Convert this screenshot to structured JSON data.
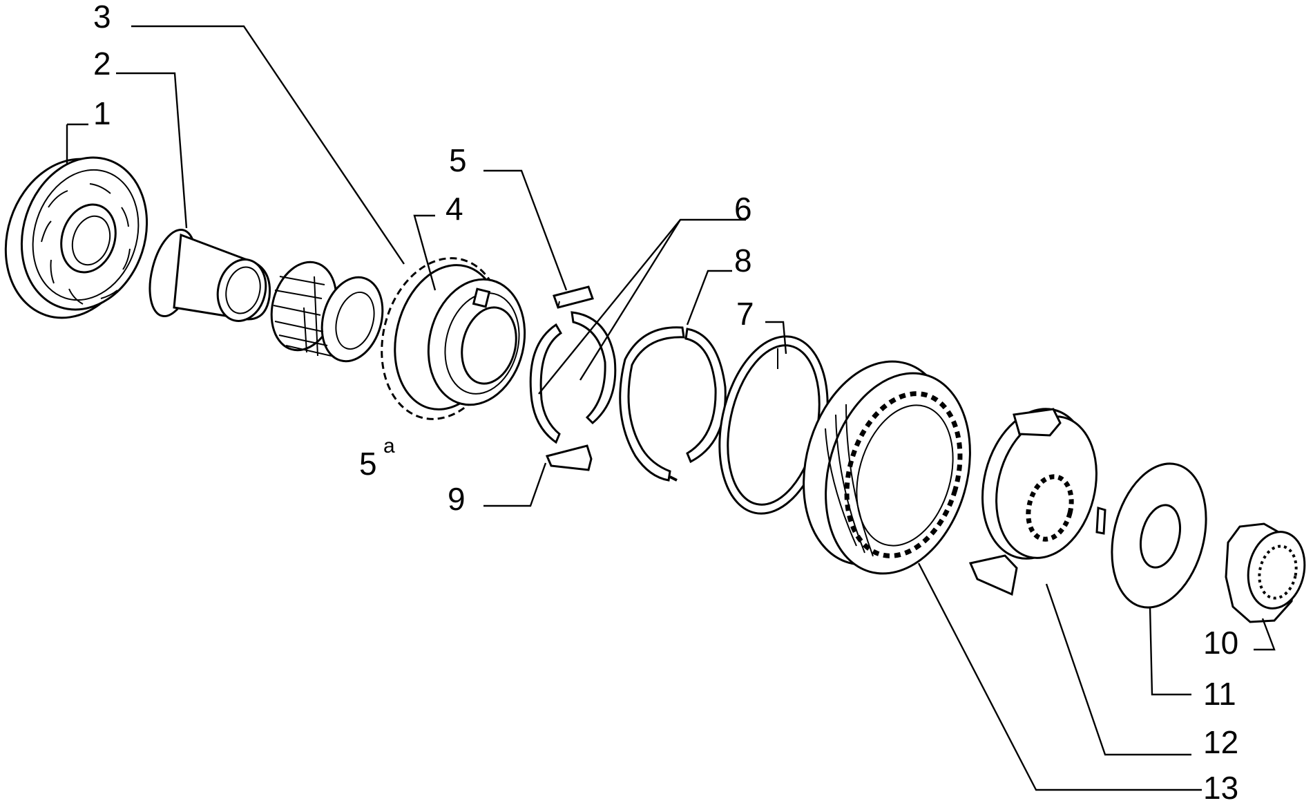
{
  "labels": {
    "l1": "1",
    "l2": "2",
    "l3": "3",
    "l4": "4",
    "l5": "5",
    "l6": "6",
    "l7": "7",
    "l8": "8",
    "l9": "9",
    "l10": "10",
    "l11": "11",
    "l12": "12",
    "l13": "13",
    "gear_note_main": "5",
    "gear_note_sup": "a"
  },
  "parts": [
    {
      "number": "1",
      "icon": "ball-bearing"
    },
    {
      "number": "2",
      "icon": "bushing"
    },
    {
      "number": "3",
      "icon": "needle-roller-bearing"
    },
    {
      "number": "4",
      "icon": "gear"
    },
    {
      "number": "5",
      "icon": "key-block"
    },
    {
      "number": "6",
      "icon": "split-ring"
    },
    {
      "number": "7",
      "icon": "spring-ring"
    },
    {
      "number": "8",
      "icon": "synchro-ring"
    },
    {
      "number": "9",
      "icon": "key-block"
    },
    {
      "number": "10",
      "icon": "nut"
    },
    {
      "number": "11",
      "icon": "washer"
    },
    {
      "number": "12",
      "icon": "synchro-hub"
    },
    {
      "number": "13",
      "icon": "sliding-sleeve"
    }
  ]
}
